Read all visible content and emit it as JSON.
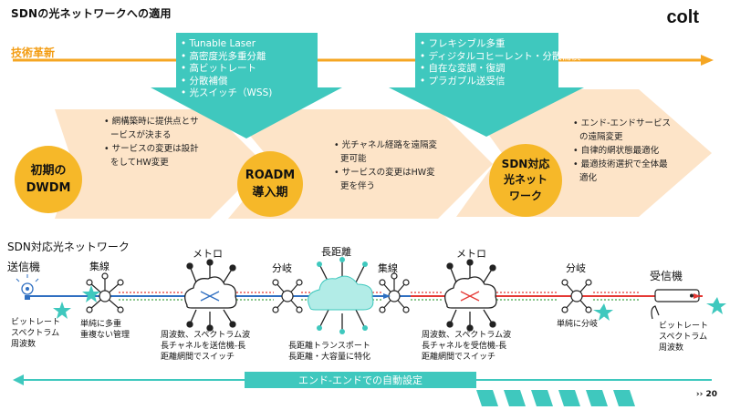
{
  "header": {
    "title": "SDNの光ネットワークへの適用",
    "logo": "colt"
  },
  "timeline": {
    "label": "技術革新"
  },
  "stages": [
    {
      "name": "初期の DWDM",
      "lines": [
        "初期の",
        "DWDM"
      ],
      "bullets": [
        "網構築時に提供点とサービスが決まる",
        "サービスの変更は設計をしてHW変更"
      ]
    },
    {
      "name": "ROADM 導入期",
      "lines": [
        "ROADM",
        "導入期"
      ],
      "bullets": [
        "光チャネル経路を遠隔変更可能",
        "サービスの変更はHW変更を伴う"
      ]
    },
    {
      "name": "SDN対応 光ネット ワーク",
      "lines": [
        "SDN対応",
        "光ネット",
        "ワーク"
      ],
      "bullets": [
        "エンド-エンドサービスの遠隔変更",
        "自律的網状態最適化",
        "最適技術選択で全体最適化"
      ]
    }
  ],
  "tech_boxes": [
    {
      "items": [
        "Tunable Laser",
        "高密度光多重分離",
        "高ビットレート",
        "分散補償",
        "光スイッチ（WSS)"
      ]
    },
    {
      "items": [
        "フレキシブル多重",
        "ディジタルコヒーレント・分散補償",
        "自在な変調・復調",
        "プラガブル送受信"
      ]
    }
  ],
  "network": {
    "title": "SDN対応光ネットワーク",
    "tx_label": "送信機",
    "rx_label": "受信機",
    "nodes": [
      "集線",
      "メトロ",
      "分岐",
      "長距離",
      "集線",
      "メトロ",
      "分岐"
    ],
    "tx_note": [
      "ビットレート",
      "スペクトラム",
      "周波数"
    ],
    "rx_note": [
      "ビットレート",
      "スペクトラム",
      "周波数"
    ],
    "agg_note": [
      "単純に多重",
      "重複ない管理"
    ],
    "metro1_note": [
      "周波数、スペクトラム波",
      "長チャネルを送信機-長",
      "距離網間でスイッチ"
    ],
    "longhaul_note": [
      "長距離トランスポート",
      "長距離・大容量に特化"
    ],
    "metro2_note": [
      "周波数、スペクトラム波",
      "長チャネルを受信機-長",
      "距離網間でスイッチ"
    ],
    "branch_note": [
      "単純に分岐"
    ]
  },
  "bottom": {
    "label": "エンド-エンドでの自動設定",
    "page": "20"
  },
  "colors": {
    "orange_arrow": "#f5a623",
    "peach": "#fde4c8",
    "stage_circle": "#f6b829",
    "teal": "#3fc8be",
    "blue_line": "#2f6fc1",
    "red_line": "#e53935"
  }
}
